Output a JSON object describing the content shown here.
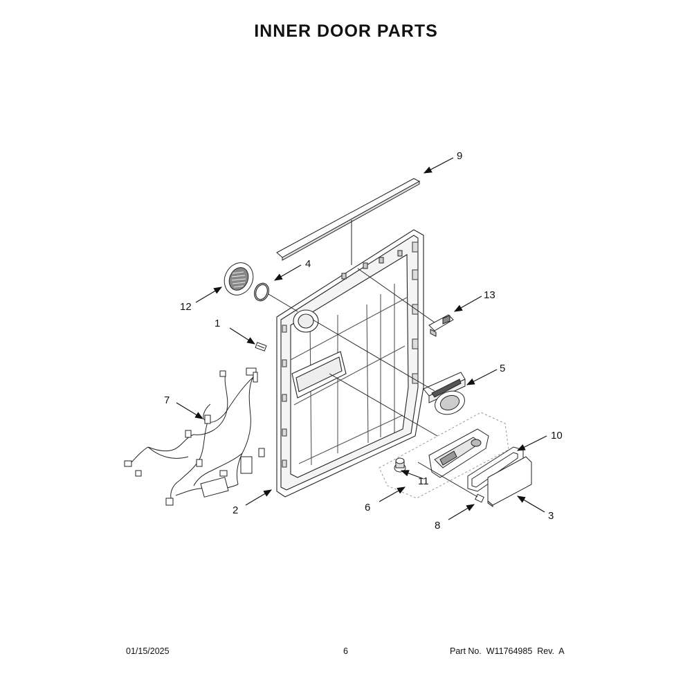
{
  "title": "INNER DOOR PARTS",
  "footer": {
    "date": "01/15/2025",
    "page": "6",
    "part_number": "Part No.  W11764985  Rev.  A"
  },
  "callouts": [
    "1",
    "2",
    "3",
    "4",
    "5",
    "6",
    "7",
    "8",
    "9",
    "10",
    "11",
    "12",
    "13"
  ]
}
